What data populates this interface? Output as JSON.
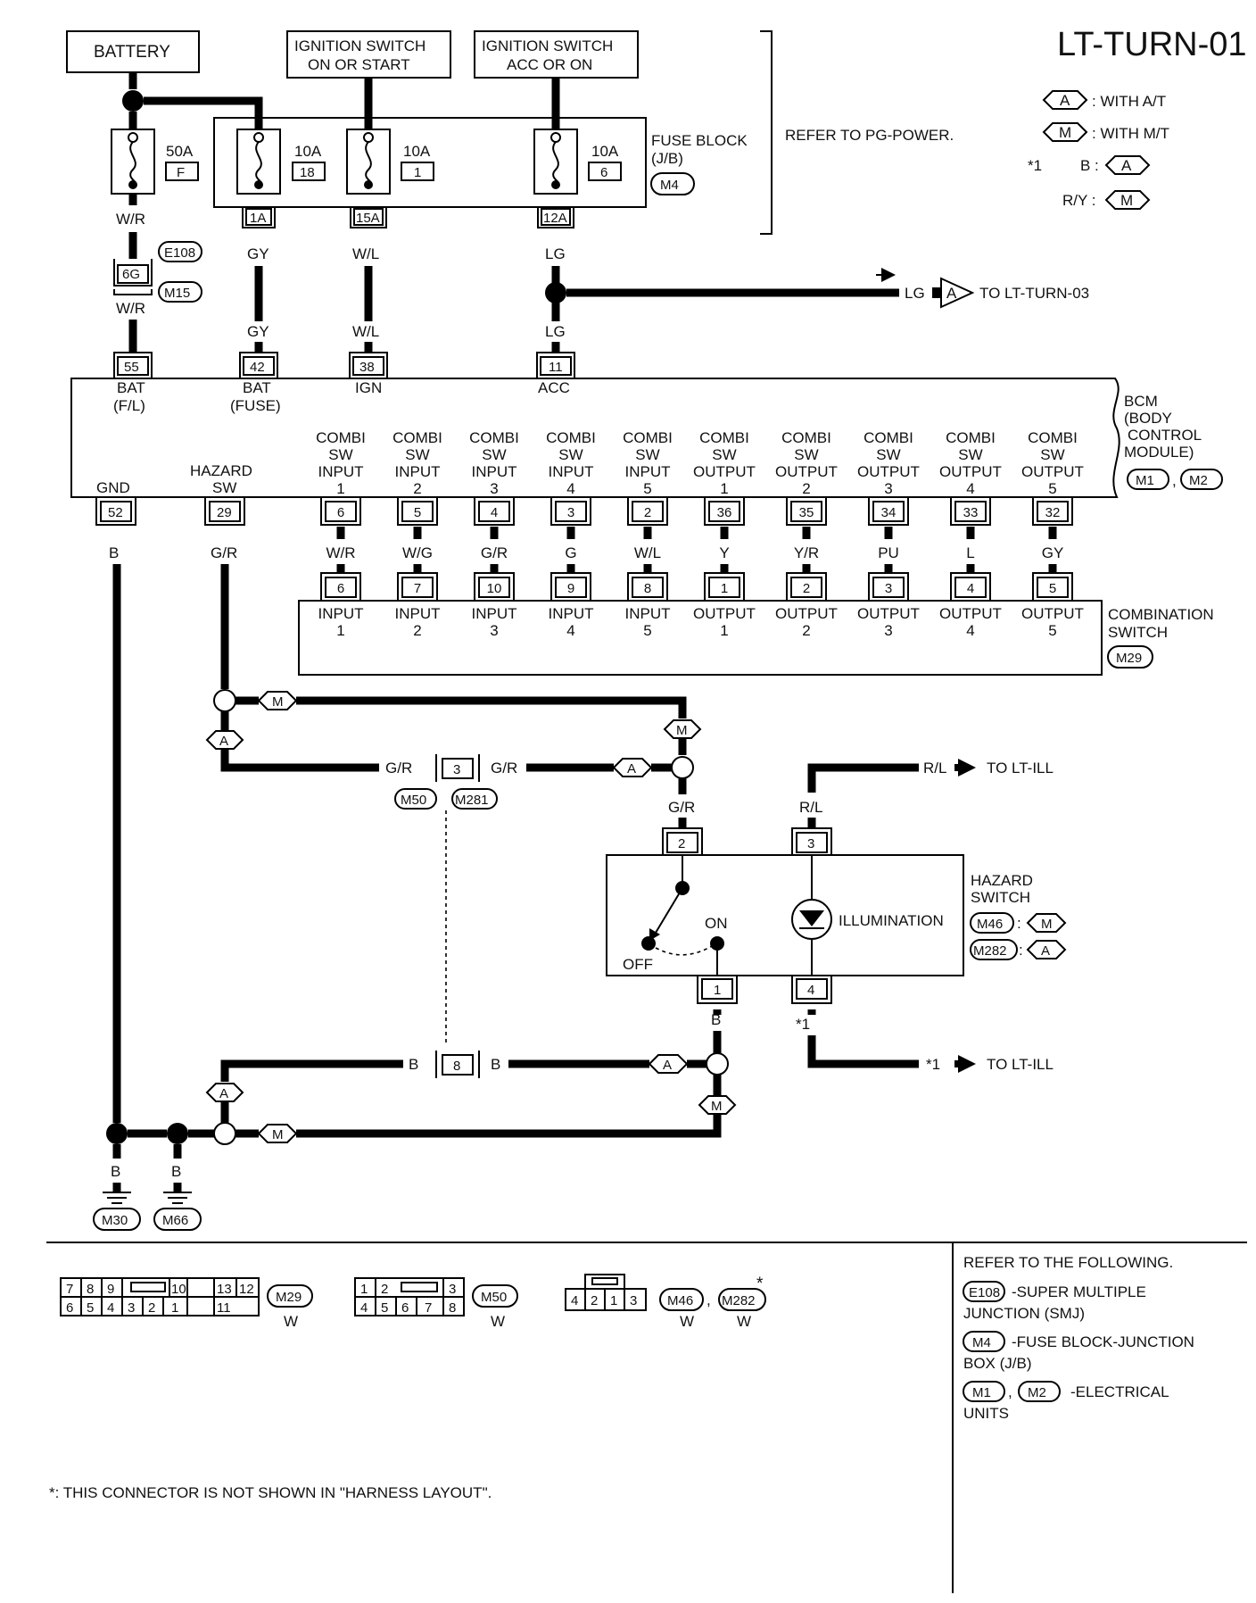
{
  "diagram_id": "LT-TURN-01",
  "legend": {
    "a_label": "A",
    "a_text": ": WITH A/T",
    "m_label": "M",
    "m_text": ": WITH M/T",
    "star1": "*1",
    "b_text": "B :",
    "b_label": "A",
    "ry_text": "R/Y :",
    "ry_label": "M"
  },
  "top": {
    "battery": "BATTERY",
    "ign_on_start_1": "IGNITION SWITCH",
    "ign_on_start_2": "ON OR START",
    "ign_acc_on_1": "IGNITION SWITCH",
    "ign_acc_on_2": "ACC OR ON",
    "refer_pg": "REFER TO PG-POWER.",
    "fuse_block_1": "FUSE BLOCK",
    "fuse_block_2": "(J/B)",
    "fuse_block_conn": "M4"
  },
  "fuses": {
    "f50_amp": "50A",
    "f50_id": "F",
    "f18_amp": "10A",
    "f18_id": "18",
    "f1_amp": "10A",
    "f1_id": "1",
    "f6_amp": "10A",
    "f6_id": "6",
    "c1a": "1A",
    "c15a": "15A",
    "c12a": "12A"
  },
  "wires": {
    "wr": "W/R",
    "gy": "GY",
    "wl": "W/L",
    "lg": "LG",
    "b": "B",
    "gr": "G/R",
    "rl": "R/L",
    "star1": "*1"
  },
  "smj": {
    "pin": "6G",
    "c1": "E108",
    "c2": "M15"
  },
  "lg_branch": {
    "wire": "LG",
    "label": "A",
    "dest": "TO LT-TURN-03"
  },
  "bcm": {
    "name_1": "BCM",
    "name_2": "(BODY",
    "name_3": "CONTROL",
    "name_4": "MODULE)",
    "conn1": "M1",
    "conn2": "M2",
    "comma": ",",
    "top_pins": [
      {
        "pin": "55",
        "l1": "BAT",
        "l2": "(F/L)"
      },
      {
        "pin": "42",
        "l1": "BAT",
        "l2": "(FUSE)"
      },
      {
        "pin": "38",
        "l1": "IGN",
        "l2": ""
      },
      {
        "pin": "11",
        "l1": "ACC",
        "l2": ""
      }
    ],
    "gnd": {
      "pin": "52",
      "label": "GND",
      "wire": "B"
    },
    "hazard": {
      "pin": "29",
      "l1": "HAZARD",
      "l2": "SW",
      "wire": "G/R"
    },
    "combi": [
      {
        "l1": "COMBI",
        "l2": "SW",
        "l3": "INPUT",
        "l4": "1",
        "pin": "6",
        "wire": "W/R"
      },
      {
        "l1": "COMBI",
        "l2": "SW",
        "l3": "INPUT",
        "l4": "2",
        "pin": "5",
        "wire": "W/G"
      },
      {
        "l1": "COMBI",
        "l2": "SW",
        "l3": "INPUT",
        "l4": "3",
        "pin": "4",
        "wire": "G/R"
      },
      {
        "l1": "COMBI",
        "l2": "SW",
        "l3": "INPUT",
        "l4": "4",
        "pin": "3",
        "wire": "G"
      },
      {
        "l1": "COMBI",
        "l2": "SW",
        "l3": "INPUT",
        "l4": "5",
        "pin": "2",
        "wire": "W/L"
      },
      {
        "l1": "COMBI",
        "l2": "SW",
        "l3": "OUTPUT",
        "l4": "1",
        "pin": "36",
        "wire": "Y"
      },
      {
        "l1": "COMBI",
        "l2": "SW",
        "l3": "OUTPUT",
        "l4": "2",
        "pin": "35",
        "wire": "Y/R"
      },
      {
        "l1": "COMBI",
        "l2": "SW",
        "l3": "OUTPUT",
        "l4": "3",
        "pin": "34",
        "wire": "PU"
      },
      {
        "l1": "COMBI",
        "l2": "SW",
        "l3": "OUTPUT",
        "l4": "4",
        "pin": "33",
        "wire": "L"
      },
      {
        "l1": "COMBI",
        "l2": "SW",
        "l3": "OUTPUT",
        "l4": "5",
        "pin": "32",
        "wire": "GY"
      }
    ]
  },
  "combination_switch": {
    "name_1": "COMBINATION",
    "name_2": "SWITCH",
    "conn": "M29",
    "pins": [
      {
        "pin": "6",
        "l1": "INPUT",
        "l2": "1"
      },
      {
        "pin": "7",
        "l1": "INPUT",
        "l2": "2"
      },
      {
        "pin": "10",
        "l1": "INPUT",
        "l2": "3"
      },
      {
        "pin": "9",
        "l1": "INPUT",
        "l2": "4"
      },
      {
        "pin": "8",
        "l1": "INPUT",
        "l2": "5"
      },
      {
        "pin": "1",
        "l1": "OUTPUT",
        "l2": "1"
      },
      {
        "pin": "2",
        "l1": "OUTPUT",
        "l2": "2"
      },
      {
        "pin": "3",
        "l1": "OUTPUT",
        "l2": "3"
      },
      {
        "pin": "4",
        "l1": "OUTPUT",
        "l2": "4"
      },
      {
        "pin": "5",
        "l1": "OUTPUT",
        "l2": "5"
      }
    ]
  },
  "junction": {
    "m": "M",
    "a": "A",
    "pin3": "3",
    "pin8": "8",
    "c1": "M50",
    "c2": "M281"
  },
  "hazard_switch": {
    "name_1": "HAZARD",
    "name_2": "SWITCH",
    "pin2": "2",
    "pin3": "3",
    "pin1": "1",
    "pin4": "4",
    "on": "ON",
    "off": "OFF",
    "illumination": "ILLUMINATION",
    "c_m46": "M46",
    "c_m282": "M282",
    "colon": ":",
    "m": "M",
    "a": "A",
    "to_ill": "TO LT-ILL"
  },
  "grounds": {
    "g1": "M30",
    "g2": "M66"
  },
  "connectors_bottom": {
    "m29_top": [
      "7",
      "8",
      "9",
      "10",
      "13",
      "12"
    ],
    "m29_bot": [
      "6",
      "5",
      "4",
      "3",
      "2",
      "1",
      "11"
    ],
    "m29": "M29",
    "m29_color": "W",
    "m50_top": [
      "1",
      "2",
      "3"
    ],
    "m50_bot": [
      "4",
      "5",
      "6",
      "7",
      "8"
    ],
    "m50": "M50",
    "m50_color": "W",
    "m46_pins": [
      "4",
      "2",
      "1",
      "3"
    ],
    "m46": "M46",
    "m282": "M282",
    "comma": ",",
    "m46_color": "W",
    "m282_color": "W",
    "star": "*"
  },
  "refer": {
    "heading": "REFER TO THE FOLLOWING.",
    "e108": "E108",
    "e108_1": "-SUPER MULTIPLE",
    "e108_2": "JUNCTION (SMJ)",
    "m4": "M4",
    "m4_1": "-FUSE BLOCK-JUNCTION",
    "m4_2": "BOX (J/B)",
    "m1": "M1",
    "m2": "M2",
    "comma": ",",
    "m_1": "-ELECTRICAL",
    "m_2": "UNITS"
  },
  "footnote": "*: THIS CONNECTOR IS NOT SHOWN IN \"HARNESS LAYOUT\"."
}
